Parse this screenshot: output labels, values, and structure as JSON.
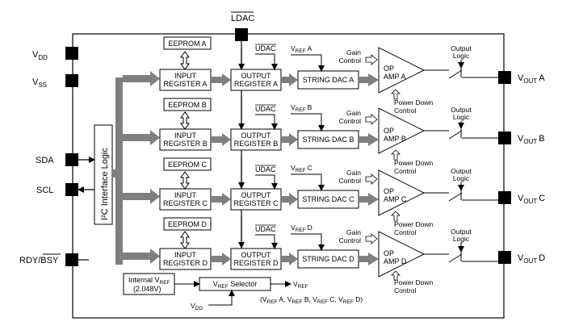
{
  "pins_left": {
    "vdd": "V",
    "vdd_sub": "DD",
    "vss": "V",
    "vss_sub": "SS",
    "sda": "SDA",
    "scl": "SCL",
    "rdy": "RDY/",
    "bsy": "BSY"
  },
  "ldac": "LDAC",
  "i2c_logic": "I²C Interface Logic",
  "eeprom": [
    "EEPROM A",
    "EEPROM B",
    "EEPROM C",
    "EEPROM D"
  ],
  "input_register": {
    "line1": "INPUT",
    "line2": [
      "REGISTER A",
      "REGISTER B",
      "REGISTER C",
      "REGISTER D"
    ]
  },
  "output_register": {
    "line1": "OUTPUT",
    "line2": [
      "REGISTER A",
      "REGISTER B",
      "REGISTER C",
      "REGISTER D"
    ]
  },
  "udac": "UDAC",
  "vref": {
    "v": "V",
    "sub": "REF",
    "letters": [
      "A",
      "B",
      "C",
      "D"
    ]
  },
  "string_dac": [
    "STRING DAC A",
    "STRING DAC B",
    "STRING DAC C",
    "STRING DAC D"
  ],
  "gain_control": {
    "line1": "Gain",
    "line2": "Control"
  },
  "op_amp": {
    "line1": "OP",
    "line2": [
      "AMP A",
      "AMP B",
      "AMP C",
      "AMP D"
    ]
  },
  "power_down": {
    "line1": "Power Down",
    "line2": "Control"
  },
  "output_logic": {
    "line1": "Output",
    "line2": "Logic"
  },
  "vout": {
    "v": "V",
    "sub": "OUT",
    "letters": [
      "A",
      "B",
      "C",
      "D"
    ]
  },
  "internal_vref": {
    "prefix": "Internal V",
    "sub": "REF",
    "value": "(2.048V)"
  },
  "vref_selector": {
    "v": "V",
    "sub": "REF",
    "rest": " Selector"
  },
  "vref_out": {
    "v": "V",
    "sub": "REF"
  },
  "vdd_bottom": {
    "v": "V",
    "sub": "DD"
  },
  "vref_list": {
    "open": "(",
    "v": "V",
    "sub": "REF",
    "items": [
      " A, ",
      " B, ",
      " C, ",
      " D"
    ],
    "close": ")"
  }
}
